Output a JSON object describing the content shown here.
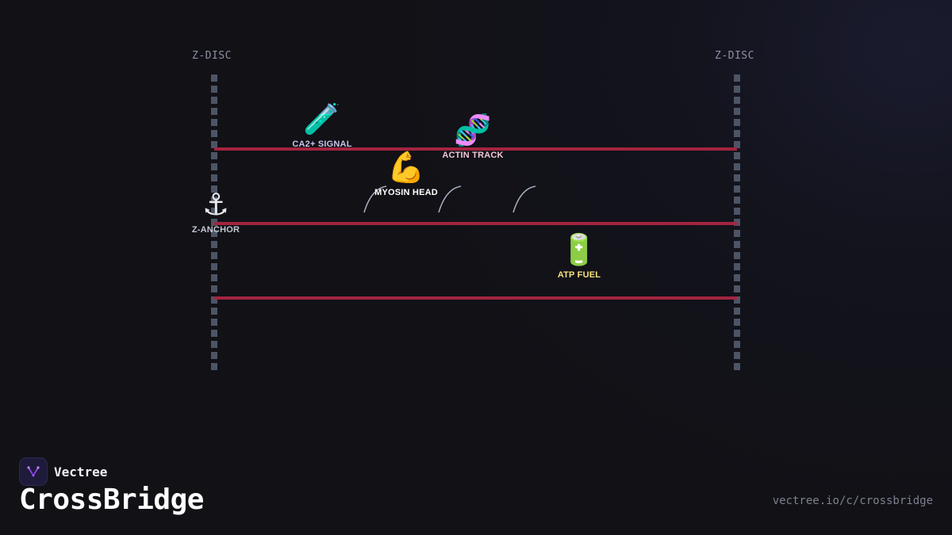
{
  "diagram": {
    "z_disc_left_label": "Z-DISC",
    "z_disc_right_label": "Z-DISC",
    "nodes": {
      "ca_signal": {
        "icon": "test-tube-icon",
        "emoji": "🧪",
        "label": "CA2+ SIGNAL",
        "color": "#c9c3e8"
      },
      "actin_track": {
        "icon": "dna-icon",
        "emoji": "🧬",
        "label": "ACTIN TRACK",
        "color": "#f0c9d6"
      },
      "myosin_head": {
        "icon": "flexed-biceps-icon",
        "emoji": "💪",
        "label": "MYOSIN HEAD",
        "color": "#ffffff"
      },
      "z_anchor": {
        "icon": "anchor-icon",
        "emoji": "⚓",
        "label": "Z-ANCHOR",
        "color": "#c2c6d2"
      },
      "atp_fuel": {
        "icon": "battery-icon",
        "emoji": "🔋",
        "label": "ATP FUEL",
        "color": "#f7e27a"
      }
    },
    "colors": {
      "filament": "#a3243f",
      "z_disc": "#4c5566",
      "myosin_arm": "#a9b1c4"
    }
  },
  "branding": {
    "name": "Vectree",
    "title": "CrossBridge",
    "url": "vectree.io/c/crossbridge"
  }
}
